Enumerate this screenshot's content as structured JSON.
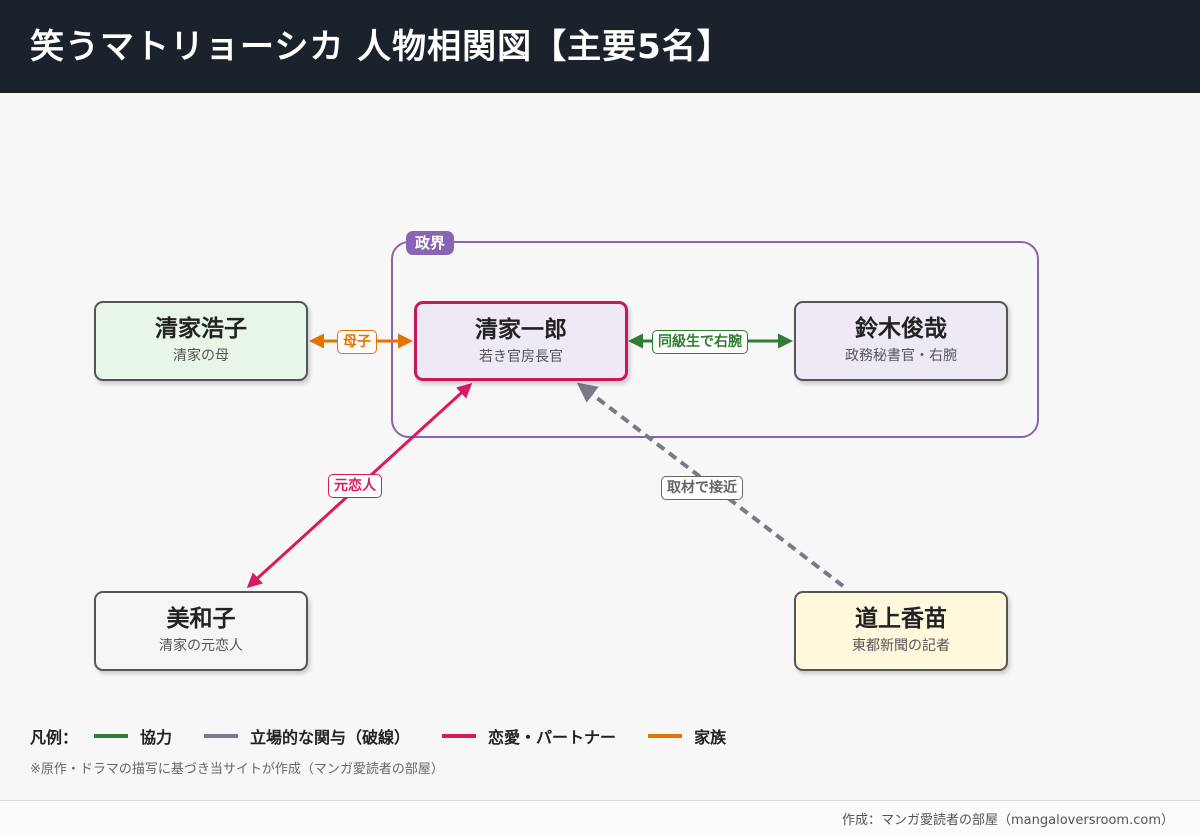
{
  "header": {
    "title": "笑うマトリョーシカ 人物相関図【主要5名】"
  },
  "group": {
    "label": "政界"
  },
  "nodes": {
    "kouji": {
      "name": "清家浩子",
      "role": "清家の母"
    },
    "ichiro": {
      "name": "清家一郎",
      "role": "若き官房長官"
    },
    "suzuki": {
      "name": "鈴木俊哉",
      "role": "政務秘書官・右腕"
    },
    "miwako": {
      "name": "美和子",
      "role": "清家の元恋人"
    },
    "michigami": {
      "name": "道上香苗",
      "role": "東都新聞の記者"
    }
  },
  "edges": {
    "family": {
      "label": "母子"
    },
    "coop": {
      "label": "同級生で右腕"
    },
    "romance": {
      "label": "元恋人"
    },
    "position": {
      "label": "取材で接近"
    }
  },
  "legend": {
    "title": "凡例：",
    "items": [
      {
        "label": "協力",
        "color": "#2e7d32"
      },
      {
        "label": "立場的な関与（破線）",
        "color": "#7a7a86"
      },
      {
        "label": "恋愛・パートナー",
        "color": "#d81b60"
      },
      {
        "label": "家族",
        "color": "#e67300"
      }
    ]
  },
  "note": "※原作・ドラマの描写に基づき当サイトが作成（マンガ愛読者の部屋）",
  "footer": {
    "credit": "作成：マンガ愛読者の部屋（mangaloversroom.com）"
  }
}
